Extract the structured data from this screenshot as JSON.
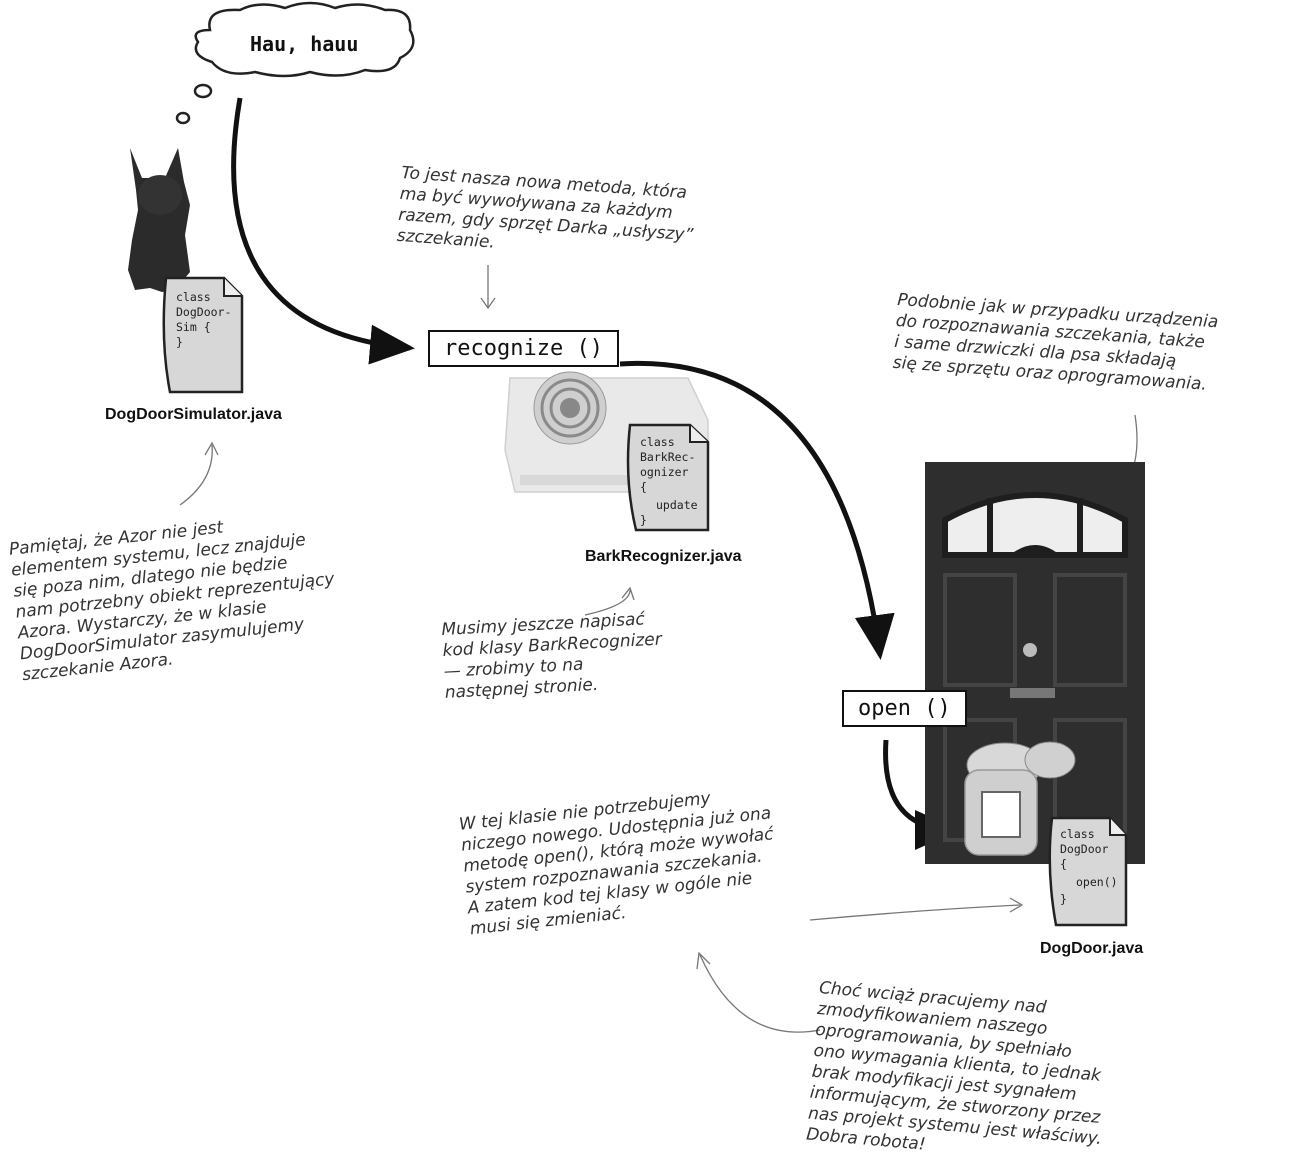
{
  "bubble": {
    "text": "Hau, hauu"
  },
  "methods": {
    "recognize": "recognize ()",
    "open": "open ()"
  },
  "files": {
    "simulator": {
      "label": "DogDoorSimulator.java",
      "code": [
        "class",
        "DogDoor-",
        "Sim {",
        "}"
      ]
    },
    "bark": {
      "label": "BarkRecognizer.java",
      "code": [
        "class",
        "BarkRec-",
        "ognizer",
        "{",
        "update",
        "}"
      ]
    },
    "door": {
      "label": "DogDoor.java",
      "code": [
        "class",
        "DogDoor",
        "{",
        "open()",
        "}"
      ]
    }
  },
  "notes": {
    "new_method": "To jest nasza nowa metoda, która\nma być wywoływana za każdym\nrazem, gdy sprzęt Darka „usłyszy”\nszczekanie.",
    "hardware": "Podobnie jak w przypadku urządzenia\ndo rozpoznawania szczekania, także\ni same drzwiczki dla psa składają\nsię ze sprzętu oraz oprogramowania.",
    "azor": "Pamiętaj, że Azor nie jest\nelementem systemu, lecz znajduje\nsię poza nim, dlatego nie będzie\nnam potrzebny obiekt reprezentujący\nAzora. Wystarczy, że w klasie\nDogDoorSimulator zasymulujemy\nszczekanie Azora.",
    "bark_todo": "Musimy jeszcze napisać\nkod klasy BarkRecognizer\n— zrobimy to na\nnastępnej stronie.",
    "dogdoor": "W tej klasie nie potrzebujemy\nniczego nowego. Udostępnia już ona\nmetodę open(), którą może wywołać\nsystem rozpoznawania szczekania.\nA zatem kod tej klasy w ogóle nie\nmusi się zmieniać.",
    "good_job": "Choć wciąż pracujemy nad\nzmodyfikowaniem naszego\noprogramowania, by spełniało\nono wymagania klienta, to jednak\nbrak modyfikacji jest sygnałem\ninformującym, że stworzony przez\nnas projekt systemu jest właściwy.\nDobra robota!"
  }
}
